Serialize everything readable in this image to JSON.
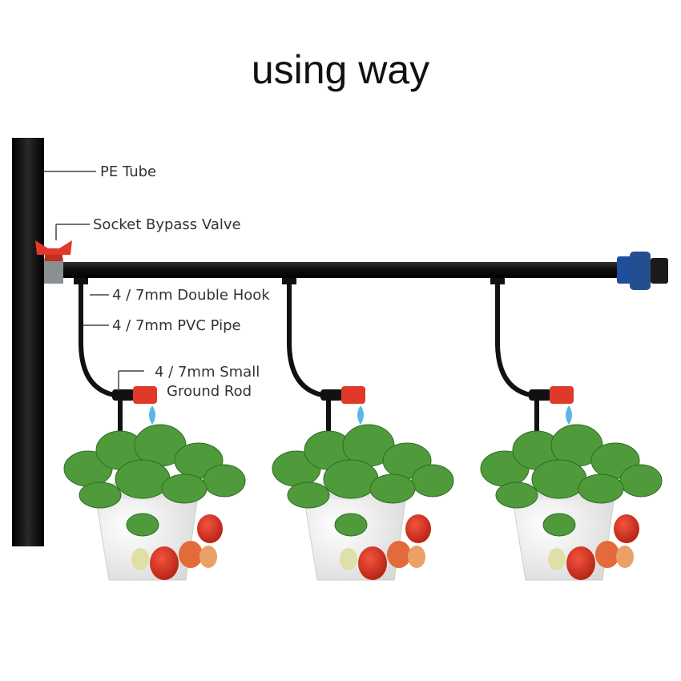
{
  "title": "using way",
  "labels": {
    "pe_tube": "PE Tube",
    "bypass_valve": "Socket Bypass Valve",
    "double_hook": "4 / 7mm Double Hook",
    "pvc_pipe": "4 / 7mm PVC Pipe",
    "ground_rod_1": "4 / 7mm Small",
    "ground_rod_2": "Ground Rod"
  },
  "colors": {
    "pipe": "#111111",
    "valve": "#e0392a",
    "end_cap": "#1f4f9c",
    "leaf": "#4f9a3a",
    "pot": "#f2f2f2",
    "strawberry": "#d8321f",
    "water": "#5bb6e8"
  },
  "pots_count": 3
}
